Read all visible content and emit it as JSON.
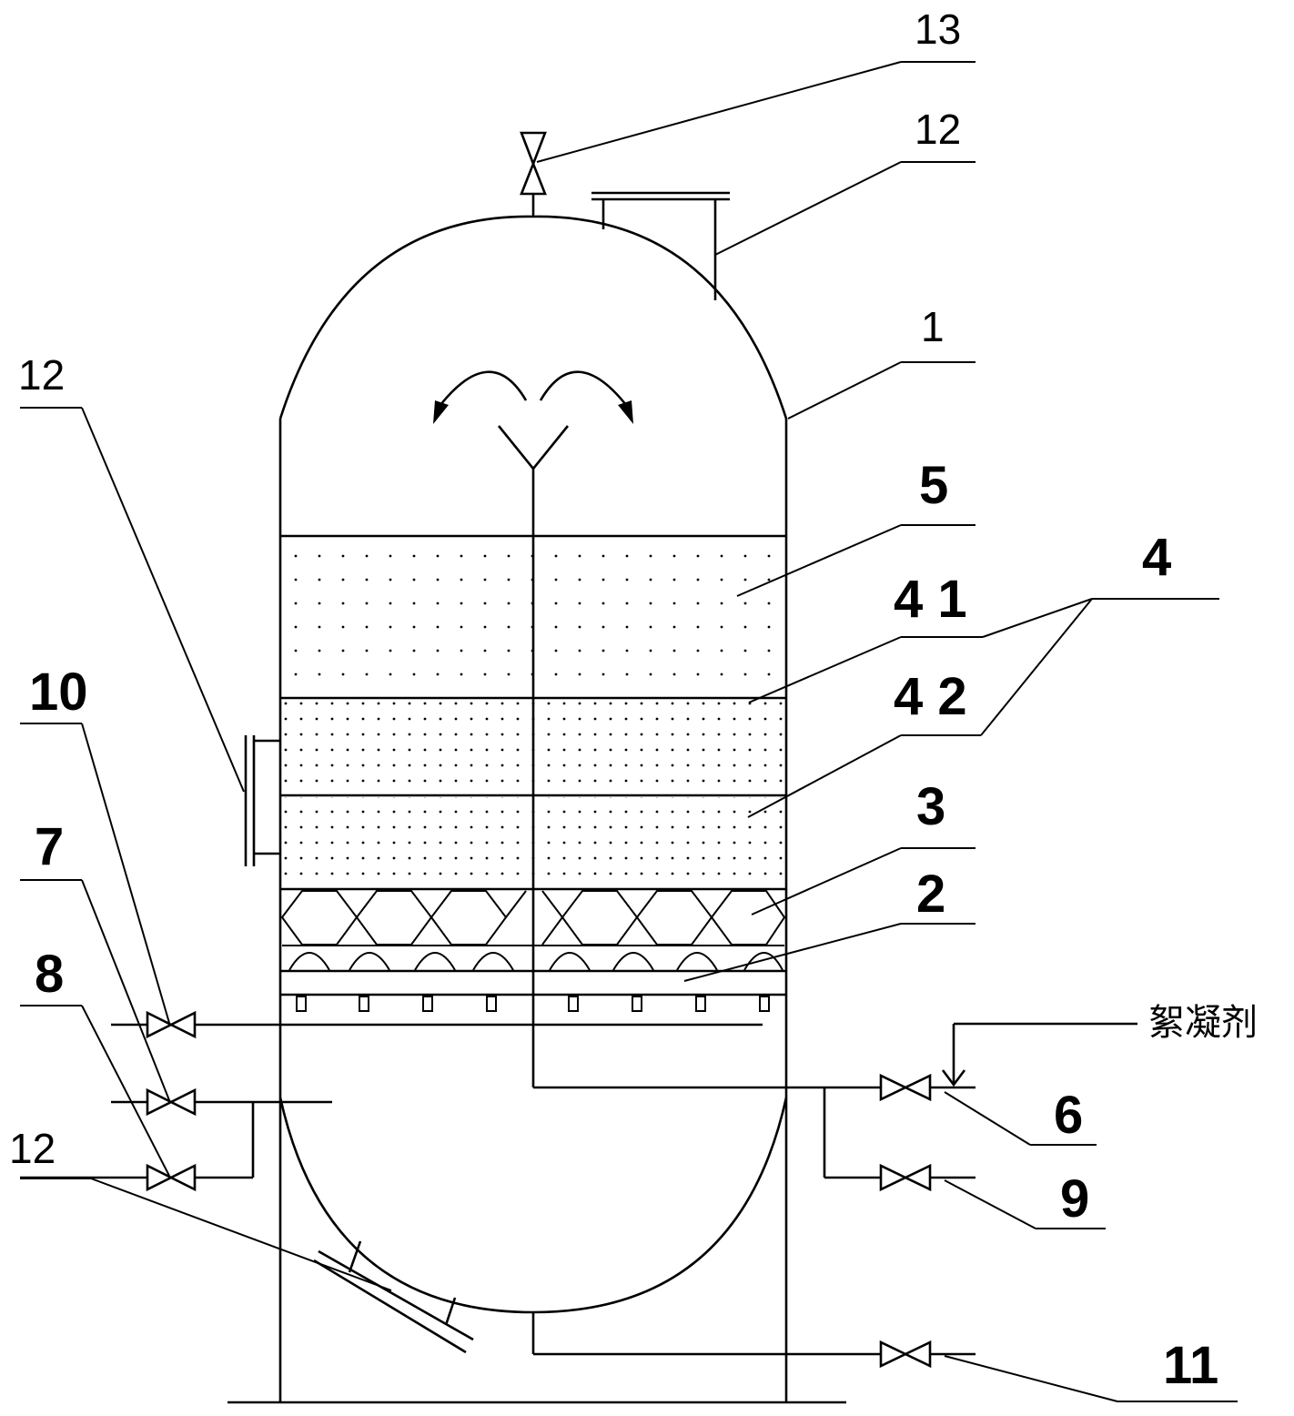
{
  "labels": {
    "num_13": "13",
    "num_12_top": "12",
    "num_1": "1",
    "num_12_left": "12",
    "num_5": "5",
    "num_4": "4",
    "num_41": "4 1",
    "num_42": "4 2",
    "num_3": "3",
    "num_2": "2",
    "num_10": "10",
    "num_7": "7",
    "num_8": "8",
    "num_12_bottom": "12",
    "flocculant": "絮凝剂",
    "num_6": "6",
    "num_9": "9",
    "num_11": "11"
  }
}
